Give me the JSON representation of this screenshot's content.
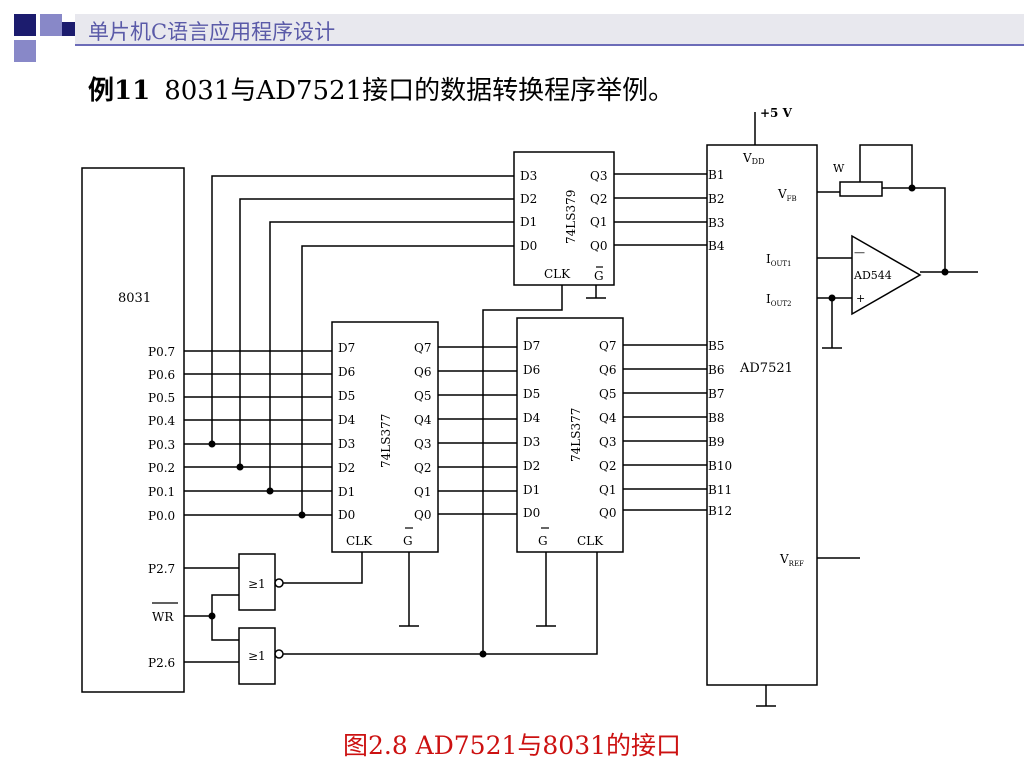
{
  "header": {
    "title": "单片机C语言应用程序设计"
  },
  "example": {
    "number": "例11",
    "description": "8031与AD7521接口的数据转换程序举例。"
  },
  "caption": "图2.8  AD7521与8031的接口",
  "colors": {
    "title_text": "#5a5aa8",
    "caption": "#cc1111",
    "logo_dark": "#1c1c6e",
    "logo_light": "#8888c8"
  },
  "diagram": {
    "mcu": {
      "label": "8031",
      "pins": [
        "P0.7",
        "P0.6",
        "P0.5",
        "P0.4",
        "P0.3",
        "P0.2",
        "P0.1",
        "P0.0",
        "P2.7",
        "WR",
        "P2.6"
      ]
    },
    "latch379": {
      "label": "74LS379",
      "inputs": [
        "D3",
        "D2",
        "D1",
        "D0"
      ],
      "outputs": [
        "Q3",
        "Q2",
        "Q1",
        "Q0"
      ],
      "clk": "CLK",
      "g": "G"
    },
    "latch377a": {
      "label": "74LS377",
      "inputs": [
        "D7",
        "D6",
        "D5",
        "D4",
        "D3",
        "D2",
        "D1",
        "D0"
      ],
      "outputs": [
        "Q7",
        "Q6",
        "Q5",
        "Q4",
        "Q3",
        "Q2",
        "Q1",
        "Q0"
      ],
      "clk": "CLK",
      "g": "G"
    },
    "latch377b": {
      "label": "74LS377",
      "inputs": [
        "D7",
        "D6",
        "D5",
        "D4",
        "D3",
        "D2",
        "D1",
        "D0"
      ],
      "outputs": [
        "Q7",
        "Q6",
        "Q5",
        "Q4",
        "Q3",
        "Q2",
        "Q1",
        "Q0"
      ],
      "clk": "CLK",
      "g": "G"
    },
    "dac": {
      "label": "AD7521",
      "pins_b": [
        "B1",
        "B2",
        "B3",
        "B4",
        "B5",
        "B6",
        "B7",
        "B8",
        "B9",
        "B10",
        "B11",
        "B12"
      ],
      "vdd": "VDD",
      "vdd_sub": "DD",
      "vfb": "V",
      "vfb_sub": "FB",
      "iout1": "I",
      "iout1_sub": "OUT1",
      "iout2": "I",
      "iout2_sub": "OUT2",
      "vref": "V",
      "vref_sub": "REF",
      "supply": "+5 V"
    },
    "opamp": {
      "label": "AD544",
      "minus": "—",
      "plus": "+"
    },
    "pot": {
      "label": "W"
    },
    "gate1": {
      "label": "≥1"
    },
    "gate2": {
      "label": "≥1"
    }
  }
}
